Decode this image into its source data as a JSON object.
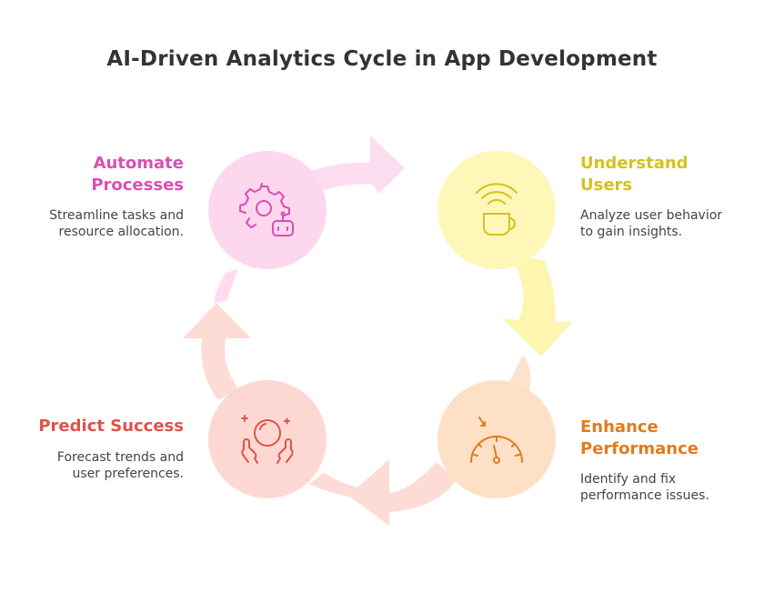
{
  "title": "AI-Driven Analytics Cycle in App Development",
  "steps": [
    {
      "title_line1": "Understand",
      "title_line2": "Users",
      "desc_line1": "Analyze user behavior",
      "desc_line2": "to gain insights.",
      "icon": "coffee-signal-icon",
      "color": "#d4c21a",
      "circle_fill": "#fff7b8",
      "arrow_fill": "#fdf5b0"
    },
    {
      "title_line1": "Enhance",
      "title_line2": "Performance",
      "desc_line1": "Identify and fix",
      "desc_line2": "performance issues.",
      "icon": "speedometer-icon",
      "color": "#e07c1e",
      "circle_fill": "#fde0c6",
      "arrow_fill": "#fde3cc"
    },
    {
      "title_line1": "Predict Success",
      "title_line2": "",
      "desc_line1": "Forecast trends and",
      "desc_line2": "user preferences.",
      "icon": "crystal-ball-hands-icon",
      "color": "#e0524a",
      "circle_fill": "#fdd8d2",
      "arrow_fill": "#fddcd6"
    },
    {
      "title_line1": "Automate",
      "title_line2": "Processes",
      "desc_line1": "Streamline tasks and",
      "desc_line2": "resource allocation.",
      "icon": "gear-robot-icon",
      "color": "#d94fb5",
      "circle_fill": "#fcd7ee",
      "arrow_fill": "#fddcf0"
    }
  ]
}
